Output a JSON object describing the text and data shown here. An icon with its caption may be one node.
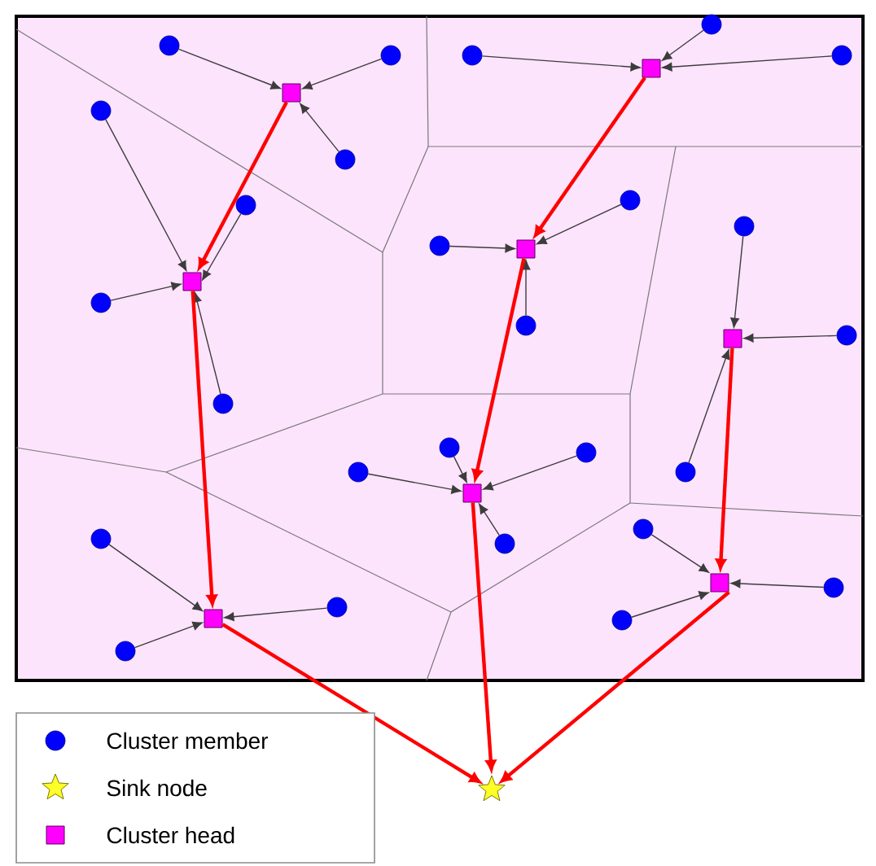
{
  "diagram": {
    "nodes": [
      {
        "text": [],
        "shape": "circle"
      },
      {
        "text": [],
        "shape": "circle"
      },
      {
        "text": [],
        "shape": "circle"
      },
      {
        "text": [],
        "shape": "circle"
      },
      {
        "text": [],
        "shape": "circle"
      },
      {
        "text": [],
        "shape": "circle"
      },
      {
        "text": [],
        "shape": "circle"
      },
      {
        "text": [],
        "shape": "circle"
      },
      {
        "text": [],
        "shape": "circle"
      },
      {
        "text": [],
        "shape": "circle"
      },
      {
        "text": [],
        "shape": "circle"
      },
      {
        "text": [],
        "shape": "circle"
      },
      {
        "text": [],
        "shape": "circle"
      },
      {
        "text": [],
        "shape": "circle"
      },
      {
        "text": [],
        "shape": "circle"
      },
      {
        "text": [],
        "shape": "circle"
      },
      {
        "text": [],
        "shape": "circle"
      },
      {
        "text": [],
        "shape": "circle"
      },
      {
        "text": [],
        "shape": "circle"
      },
      {
        "text": [],
        "shape": "circle"
      },
      {
        "text": [],
        "shape": "circle"
      },
      {
        "text": [],
        "shape": "circle"
      },
      {
        "text": [],
        "shape": "circle"
      },
      {
        "text": [],
        "shape": "circle"
      },
      {
        "text": [],
        "shape": "circle"
      },
      {
        "text": [],
        "shape": "circle"
      },
      {
        "text": [],
        "shape": "box"
      },
      {
        "text": [],
        "shape": "box"
      },
      {
        "text": [],
        "shape": "box"
      },
      {
        "text": [],
        "shape": "box"
      },
      {
        "text": [],
        "shape": "box"
      },
      {
        "text": [],
        "shape": "box"
      },
      {
        "text": [],
        "shape": "box"
      },
      {
        "text": [],
        "shape": "box"
      },
      {
        "text": [],
        "shape": "star"
      }
    ],
    "edges": [
      {
        "from": 0,
        "to": 27,
        "arrow": "to"
      },
      {
        "from": 1,
        "to": 26,
        "arrow": "to"
      },
      {
        "from": 2,
        "to": 26,
        "arrow": "to"
      },
      {
        "from": 3,
        "to": 27,
        "arrow": "to"
      },
      {
        "from": 4,
        "to": 27,
        "arrow": "to"
      },
      {
        "from": 5,
        "to": 28,
        "arrow": "to"
      },
      {
        "from": 6,
        "to": 26,
        "arrow": "to"
      },
      {
        "from": 7,
        "to": 29,
        "arrow": "to"
      },
      {
        "from": 8,
        "to": 28,
        "arrow": "to"
      },
      {
        "from": 9,
        "to": 30,
        "arrow": "to"
      },
      {
        "from": 10,
        "to": 29,
        "arrow": "to"
      },
      {
        "from": 11,
        "to": 28,
        "arrow": "to"
      },
      {
        "from": 12,
        "to": 29,
        "arrow": "to"
      },
      {
        "from": 13,
        "to": 30,
        "arrow": "to"
      },
      {
        "from": 14,
        "to": 28,
        "arrow": "to"
      },
      {
        "from": 15,
        "to": 31,
        "arrow": "to"
      },
      {
        "from": 16,
        "to": 31,
        "arrow": "to"
      },
      {
        "from": 17,
        "to": 31,
        "arrow": "to"
      },
      {
        "from": 18,
        "to": 30,
        "arrow": "to"
      },
      {
        "from": 19,
        "to": 33,
        "arrow": "to"
      },
      {
        "from": 20,
        "to": 32,
        "arrow": "to"
      },
      {
        "from": 21,
        "to": 31,
        "arrow": "to"
      },
      {
        "from": 22,
        "to": 33,
        "arrow": "to"
      },
      {
        "from": 23,
        "to": 32,
        "arrow": "to"
      },
      {
        "from": 24,
        "to": 33,
        "arrow": "to"
      },
      {
        "from": 25,
        "to": 32,
        "arrow": "to"
      },
      {
        "from": 26,
        "to": 28,
        "arrow": "to",
        "style": "thick",
        "color": "#ff0000"
      },
      {
        "from": 28,
        "to": 32,
        "arrow": "to",
        "style": "thick",
        "color": "#ff0000"
      },
      {
        "from": 32,
        "to": 34,
        "arrow": "to",
        "style": "thick",
        "color": "#ff0000"
      },
      {
        "from": 27,
        "to": 29,
        "arrow": "to",
        "style": "thick",
        "color": "#ff0000"
      },
      {
        "from": 29,
        "to": 31,
        "arrow": "to",
        "style": "thick",
        "color": "#ff0000"
      },
      {
        "from": 31,
        "to": 34,
        "arrow": "to",
        "style": "thick",
        "color": "#ff0000"
      },
      {
        "from": 30,
        "to": 33,
        "arrow": "to",
        "style": "thick",
        "color": "#ff0000"
      },
      {
        "from": 33,
        "to": 34,
        "arrow": "to",
        "style": "thick",
        "color": "#ff0000"
      }
    ],
    "legend": [
      {
        "text": "Cluster member"
      },
      {
        "text": "Sink node"
      },
      {
        "text": "Cluster head"
      }
    ]
  }
}
